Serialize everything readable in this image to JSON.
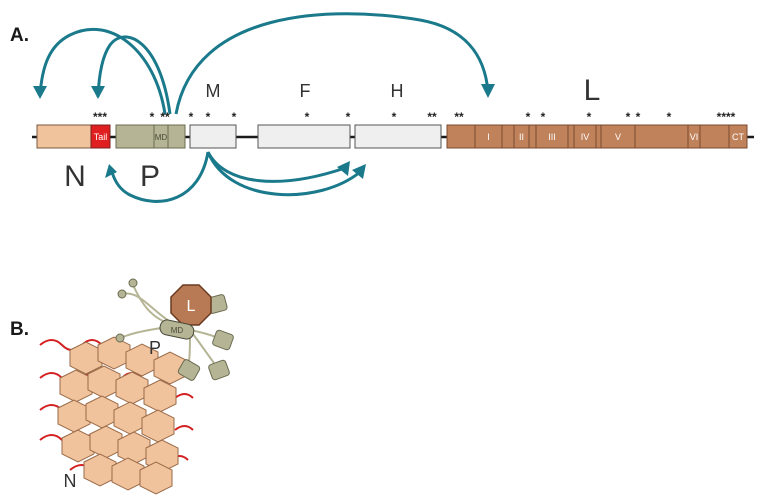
{
  "panels": {
    "a": "A.",
    "b": "B."
  },
  "genes": {
    "n": "N",
    "p": "P",
    "m": "M",
    "f": "F",
    "h": "H",
    "l": "L"
  },
  "n_domains": {
    "tail": "Tail"
  },
  "p_domains": {
    "md": "MD"
  },
  "l_domains": [
    "I",
    "II",
    "III",
    "IV",
    "V",
    "VI",
    "CT"
  ],
  "star_groups": {
    "n_tail": "***",
    "p_1": "*",
    "p_2": "**",
    "m_1": "*",
    "m_2": "*",
    "m_3": "*",
    "f_1": "*",
    "f_2": "*",
    "h_1": "*",
    "h_2": "**",
    "l_1": "**",
    "l_2": "*",
    "l_3": "*",
    "l_4": "*",
    "l_5": "*",
    "l_6": "*",
    "l_7": "*",
    "l_8": "****"
  },
  "complex": {
    "l": "L",
    "md": "MD",
    "p": "P",
    "n": "N"
  },
  "colors": {
    "n_body": "#f1c39c",
    "n_tail": "#e02020",
    "p_body": "#b5b596",
    "gp_fill": "#efefef",
    "l_body": "#c0825a",
    "arc": "#1a7a8c",
    "rna": "#d42020",
    "l_polymerase": "#b87a55"
  }
}
